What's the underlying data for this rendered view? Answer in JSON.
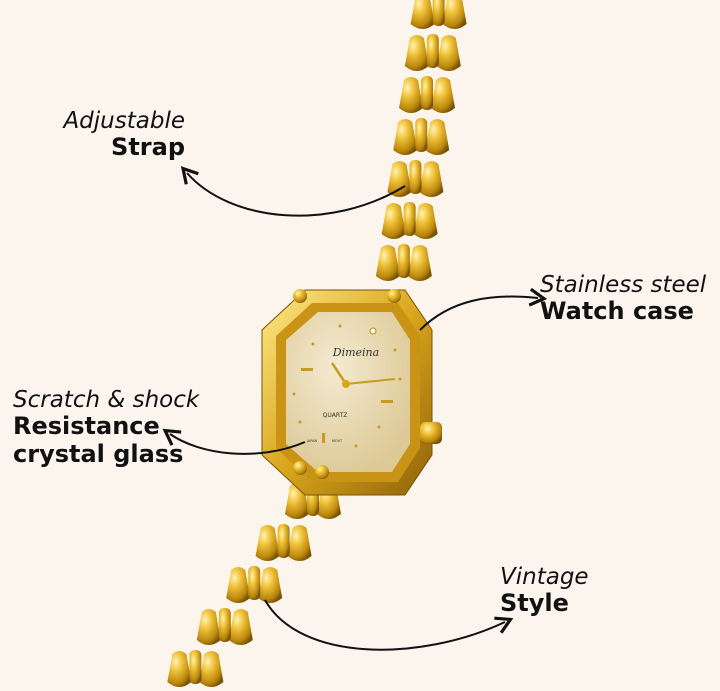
{
  "colors": {
    "background": "#fcf5ee",
    "gold": "#d4a017",
    "dial": "#e9dcb4",
    "arrow": "#111111"
  },
  "watch": {
    "brand": "Dimeina",
    "dial_text": "QUARTZ",
    "movement_left": "JAPAN",
    "movement_right": "MOVT"
  },
  "callouts": [
    {
      "italic": "Adjustable",
      "bold": [
        "Strap"
      ]
    },
    {
      "italic": "Stainless steel",
      "bold": [
        "Watch case"
      ]
    },
    {
      "italic": "Scratch & shock",
      "bold": [
        "Resistance",
        "crystal glass"
      ]
    },
    {
      "italic": "Vintage",
      "bold": [
        "Style"
      ]
    }
  ]
}
